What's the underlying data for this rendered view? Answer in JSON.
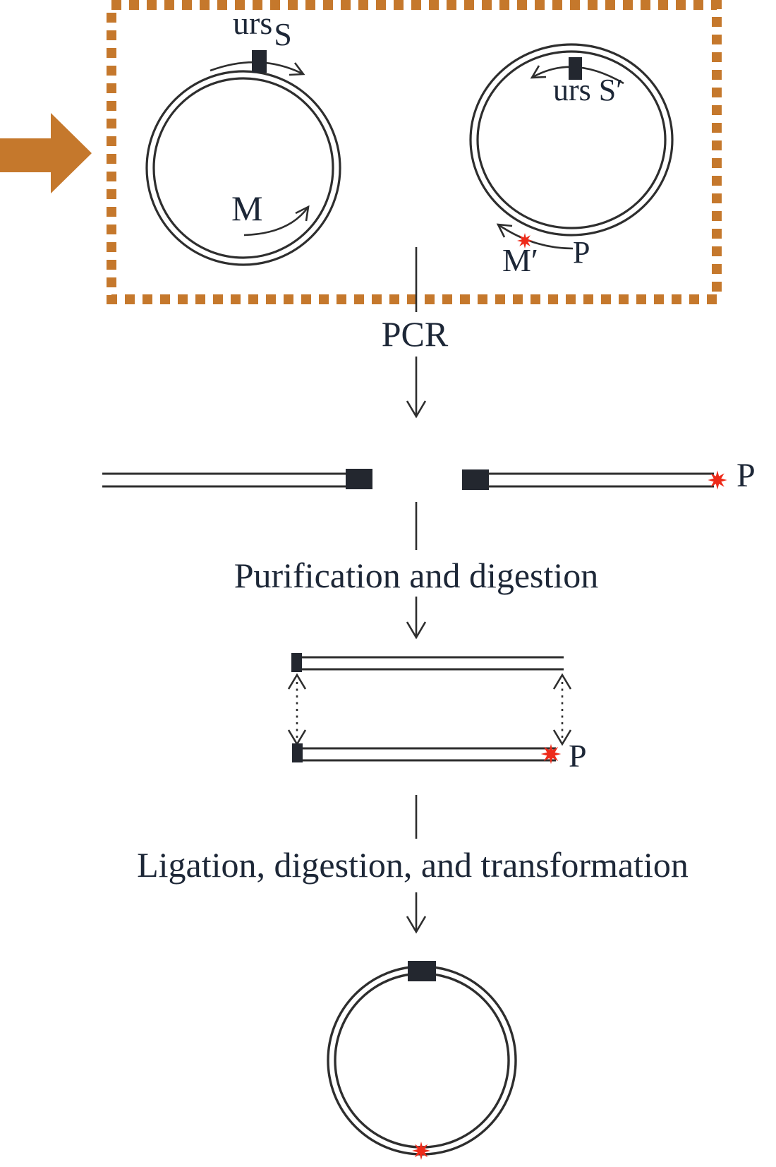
{
  "colors": {
    "accent_orange": "#c5782c",
    "star_red": "#ee2b1a",
    "marker_dark": "#23272f",
    "stroke_dark": "#2e2e2e",
    "text_dark": "#1d2737",
    "background": "#ffffff"
  },
  "diagram": {
    "plasmid_left": {
      "primer_label": "urs",
      "primer_subscript": "S",
      "gene_label": "M"
    },
    "plasmid_right": {
      "primer_label": "urs S′",
      "gene_label": "M′",
      "phosphate_label": "P"
    },
    "steps": {
      "pcr": "PCR",
      "purification": "Purification and digestion",
      "ligation": "Ligation, digestion, and transformation"
    },
    "pcr_products": {
      "phosphate_label": "P"
    },
    "digested_products": {
      "phosphate_label": "P"
    }
  }
}
